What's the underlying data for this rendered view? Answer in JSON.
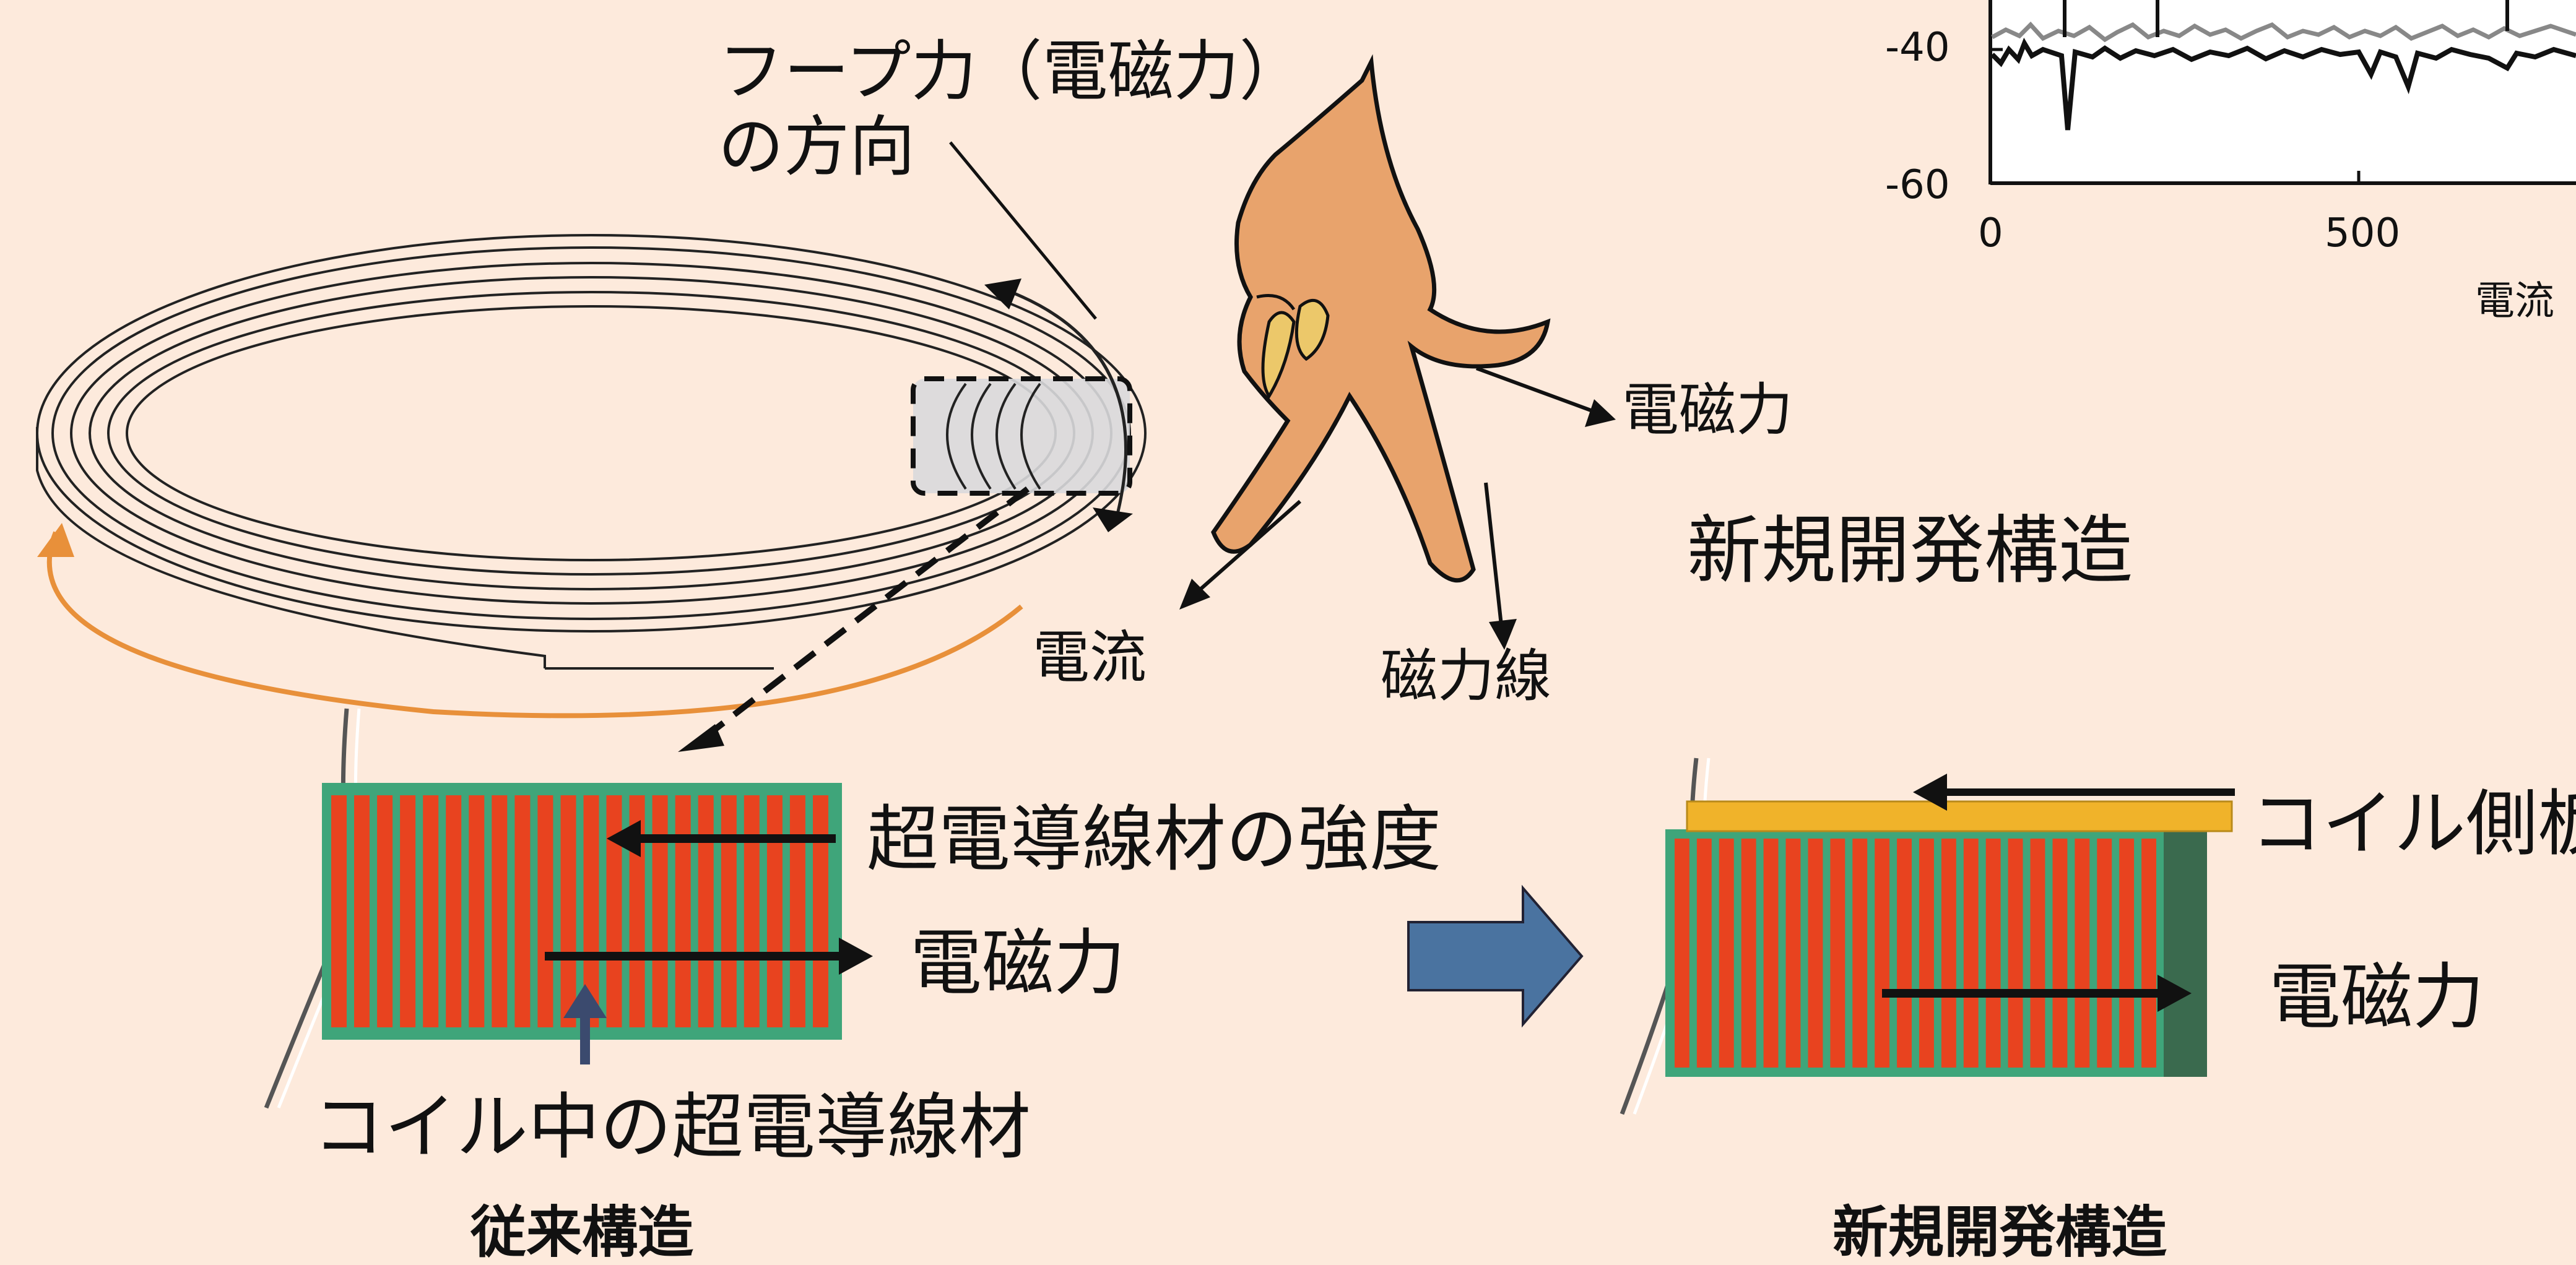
{
  "labels": {
    "hoop_line1": "フープ力（電磁力）",
    "hoop_line2": "の方向",
    "emf_hand": "電磁力",
    "current": "電流",
    "magnetic_field": "磁力線",
    "new_structure_heading": "新規開発構造",
    "wire_strength": "超電導線材の強度",
    "emf_conventional": "電磁力",
    "wire_in_coil": "コイル中の超電導線材",
    "conventional_caption": "従来構造",
    "new_caption": "新規開発構造",
    "coil_side_plate": "コイル側板",
    "emf_new": "電磁力"
  },
  "chart_fragment": {
    "y_ticks": [
      "-40",
      "-60"
    ],
    "x_ticks": [
      "0",
      "500"
    ],
    "x_label_partial": "電流"
  },
  "colors": {
    "background": "#fdeadc",
    "hand": "#e8a36c",
    "conductor": "#e8431f",
    "insulation": "#3fa57a",
    "side_plate": "#f0b32a",
    "side_block": "#3a6a4e",
    "arrow_blue": "#4a73a0",
    "orange_arc": "#e8903a"
  }
}
